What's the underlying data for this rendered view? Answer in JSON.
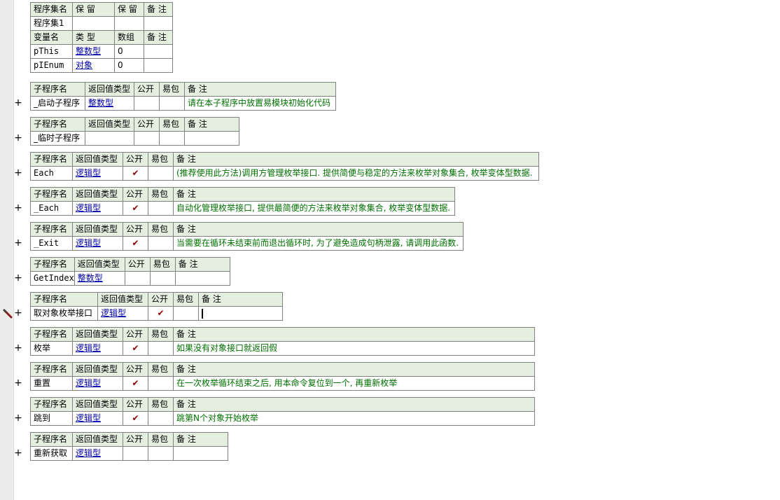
{
  "assembly": {
    "header": [
      "程序集名",
      "保 留",
      "保 留",
      "备 注"
    ],
    "name": "程序集1",
    "var_header": [
      "变量名",
      "类 型",
      "数组",
      "备 注"
    ],
    "vars": [
      {
        "name": "pThis",
        "type": "整数型",
        "array": "0",
        "note": ""
      },
      {
        "name": "pIEnum",
        "type": "对象",
        "array": "0",
        "note": ""
      }
    ]
  },
  "sub_header": [
    "子程序名",
    "返回值类型",
    "公开",
    "易包",
    "备 注"
  ],
  "expand_symbol": "+",
  "check_symbol": "✔",
  "subs": [
    {
      "name": "_启动子程序",
      "ret": "整数型",
      "public": false,
      "note": "请在本子程序中放置易模块初始化代码"
    },
    {
      "name": "_临时子程序",
      "ret": "",
      "public": false,
      "note": ""
    },
    {
      "name": "Each",
      "ret": "逻辑型",
      "public": true,
      "note": "(推荐使用此方法)调用方管理枚举接口. 提供简便与稳定的方法来枚举对象集合, 枚举变体型数据."
    },
    {
      "name": "_Each",
      "ret": "逻辑型",
      "public": true,
      "note": "自动化管理枚举接口, 提供最简便的方法来枚举对象集合, 枚举变体型数据."
    },
    {
      "name": "_Exit",
      "ret": "逻辑型",
      "public": true,
      "note": "当需要在循环未结束前而退出循环时, 为了避免造成句柄泄露, 请调用此函数."
    },
    {
      "name": "GetIndex",
      "ret": "整数型",
      "public": false,
      "note": ""
    },
    {
      "name": "取对象枚举接口",
      "ret": "逻辑型",
      "public": true,
      "note": ""
    },
    {
      "name": "枚举",
      "ret": "逻辑型",
      "public": true,
      "note": "如果没有对象接口就返回假"
    },
    {
      "name": "重置",
      "ret": "逻辑型",
      "public": true,
      "note": "在一次枚举循环结束之后, 用本命令复位到一个, 再重新枚举"
    },
    {
      "name": "跳到",
      "ret": "逻辑型",
      "public": true,
      "note": "跳第N个对象开始枚举"
    },
    {
      "name": "重新获取",
      "ret": "逻辑型",
      "public": false,
      "note": ""
    }
  ]
}
